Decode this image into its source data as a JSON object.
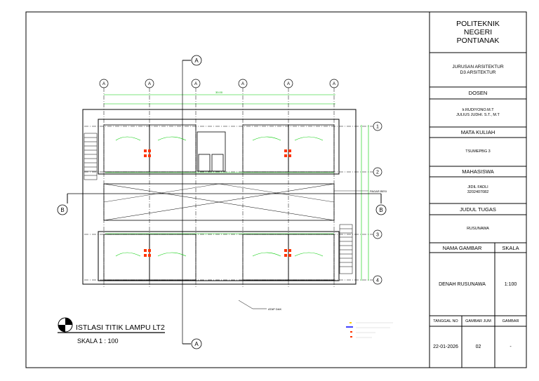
{
  "title_block": {
    "institution": [
      "POLITEKNIK",
      "NEGERI",
      "PONTIANAK"
    ],
    "department": [
      "JURUSAN ARSITEKTUR",
      "D3 ARSITEKTUR"
    ],
    "dosen_label": "DOSEN",
    "dosen_names": [
      "Ir.RUDIYONO.M.T",
      "JULIUS JUDHI. S.T., M.T"
    ],
    "mata_kuliah_label": "MATA KULIAH",
    "mata_kuliah": "TSUMEPBG 3",
    "mahasiswa_label": "MAHASISWA",
    "mahasiswa_name": "JIDIL FADLI",
    "mahasiswa_nim": "3202407082",
    "judul_label": "JUDUL TUGAS",
    "judul": "RUSUNAWA",
    "nama_gambar_label": "NAMA GAMBAR",
    "skala_label": "SKALA",
    "nama_gambar": "DENAH RUSUNAWA",
    "skala": "1:100",
    "tanggal_label": "TANGGAL NO",
    "jumlah_label": "GAMBAR JUM",
    "gambar_label": "GAMBAR",
    "tanggal": "22-01-2026",
    "jumlah": "02",
    "gambar": "-"
  },
  "drawing": {
    "title": "ISTLASI TITIK LAMPU LT2",
    "scale": "SKALA 1 : 100",
    "grid_letters": [
      "A",
      "A",
      "A",
      "A",
      "A",
      "A"
    ],
    "grid_numbers": [
      "1",
      "2",
      "3",
      "4"
    ],
    "section_marks": [
      "A",
      "A",
      "B",
      "B"
    ],
    "overall_dim": "30.00",
    "note_roof": "ATAP DAK",
    "note_rail": "PAGAR BESI",
    "legend_items": [
      "",
      "",
      "",
      ""
    ],
    "colors": {
      "wall": "#000000",
      "dim": "#00cc00",
      "lamp": "#ff3300",
      "legend_blue": "#0000ff",
      "legend_yellow": "#ffcc00"
    }
  }
}
